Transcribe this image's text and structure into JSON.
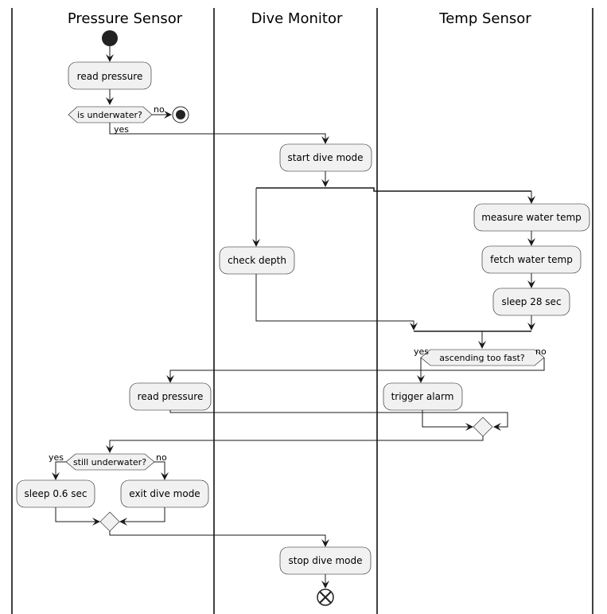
{
  "lanes": [
    "Pressure Sensor",
    "Dive Monitor",
    "Temp Sensor"
  ],
  "activities": {
    "read_pressure_1": "read pressure",
    "start_dive_mode": "start dive mode",
    "measure_water_temp": "measure water temp",
    "check_depth": "check depth",
    "fetch_water_temp": "fetch water temp",
    "sleep_28": "sleep 28 sec",
    "read_pressure_2": "read pressure",
    "trigger_alarm": "trigger alarm",
    "sleep_06": "sleep 0.6 sec",
    "exit_dive_mode": "exit dive mode",
    "stop_dive_mode": "stop dive mode"
  },
  "decisions": {
    "is_underwater": "is underwater?",
    "ascending_too_fast": "ascending too fast?",
    "still_underwater": "still underwater?"
  },
  "guards": {
    "yes": "yes",
    "no": "no"
  },
  "colors": {
    "node_fill": "#F1F1F1",
    "node_stroke": "#181818",
    "start_fill": "#222222"
  }
}
